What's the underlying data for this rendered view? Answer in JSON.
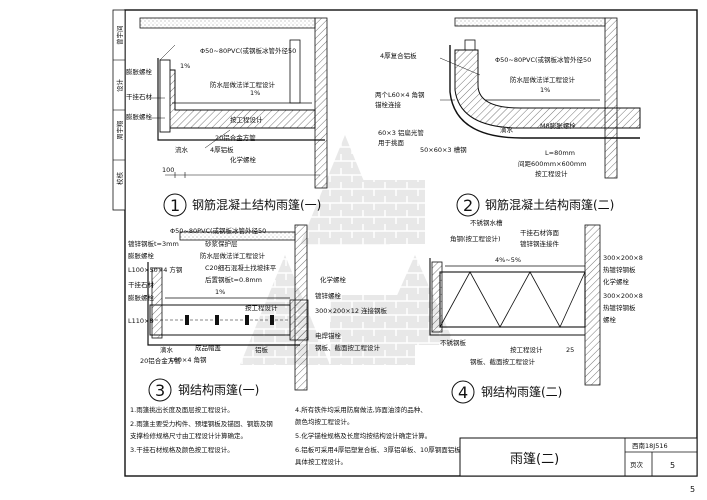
{
  "side_strip": [
    "校核",
    "周宇翔",
    "设计",
    "曾宇间"
  ],
  "sheet_title": "雨篷(二)",
  "atlas_code": "西南18J516",
  "page_label": "页次",
  "page_number": "5",
  "corner_page": "5",
  "detail1": {
    "number": "1",
    "caption": "钢筋混凝土结构雨篷(一)",
    "labels": {
      "pipe": "Φ50~80PVC(或钢板冰管外径50",
      "slope": "1%",
      "slope2": "1%",
      "anchor": "膨胀螺栓",
      "stone": "干挂石材",
      "pipe2": "流水",
      "waterproof": "防水层做法详工程设计",
      "eng": "按工程设计",
      "steel": "4厚铝板",
      "alu": "20铝合金方管",
      "chem": "化学螺栓",
      "anchor_bolt": "膨胀螺栓",
      "dim": "100"
    }
  },
  "detail2": {
    "number": "2",
    "caption": "钢筋混凝土结构雨篷(二)",
    "labels": {
      "plate": "4厚复合铝板",
      "pipe": "Φ50~80PVC(或钢板冰管外径50",
      "angle": "两个L60×4 角钢",
      "anchor": "锚栓连接",
      "waterproof": "防水层做法详工程设计",
      "slope": "1%",
      "sub": "60×3 铝扁光管",
      "sub2": "用于挑面",
      "tube": "50×60×3 槽钢",
      "bolt": "M8膨胀螺栓",
      "len": "L=80mm",
      "spacing": "间距600mm×600mm",
      "eng": "按工程设计",
      "drip": "滴水"
    }
  },
  "detail3": {
    "number": "3",
    "caption": "钢结构雨篷(一)",
    "labels": {
      "pipe": "Φ50~80PVC(或钢板冰管外径50",
      "steel_t": "镀锌钢板t=3mm",
      "anchor": "膨胀螺栓",
      "angle": "L100×50×4 方钢",
      "stone": "干挂石材",
      "chem": "膨胀螺栓",
      "bar": "L110×8",
      "adhesive": "砂浆保护层",
      "waterproof": "防水层做法详工程设计",
      "c20": "C20细石混凝土找坡抹平",
      "back_steel": "后置钢板t=0.8mm",
      "slope": "1%",
      "drip": "滴水",
      "alu": "20铝合金方管",
      "chem2": "化学螺栓",
      "plate": "300×200×12 连接钢板",
      "eng": "按工程设计",
      "cap": "成品帽盖",
      "l60": "L60×4 角钢",
      "hook": "铝板",
      "bolts": "电焊锚栓",
      "rebar": "钢板、截面按工程设计",
      "anchor2": "镀锌螺栓"
    }
  },
  "detail4": {
    "number": "4",
    "caption": "钢结构雨篷(二)",
    "labels": {
      "gutter": "不锈钢水槽",
      "angle": "角钢(按工程设计)",
      "stone_face": "干挂石材饰面",
      "anchor": "镀锌钢连接件",
      "slope": "4%~5%",
      "size1": "300×200×8",
      "galv": "热镀锌钢板",
      "chem": "化学螺栓",
      "size2": "300×200×8",
      "galv2": "热镀锌钢板",
      "bolt": "螺栓",
      "eng": "按工程设计",
      "steel": "不锈钢板",
      "hook": "钢板、截面按工程设计",
      "dim": "25"
    }
  },
  "notes": [
    "1.雨篷挑出长度及面层按工程设计。",
    "2.雨篷主要受力构件、预埋钢板及锚固、钢筋及钢",
    "  支撑检修规格尺寸由工程设计计算确定。",
    "3.干挂石材规格及颜色按工程设计。",
    "4.所有铁件均采用防腐做法,饰面油漆的品种、",
    "  颜色均按工程设计。",
    "5.化学锚栓规格及长度均按结构设计确定计算。",
    "6.铝板可采用4厚铝塑复合板、3厚铝单板、10厚钢面铝板,",
    "  具体按工程设计。"
  ]
}
